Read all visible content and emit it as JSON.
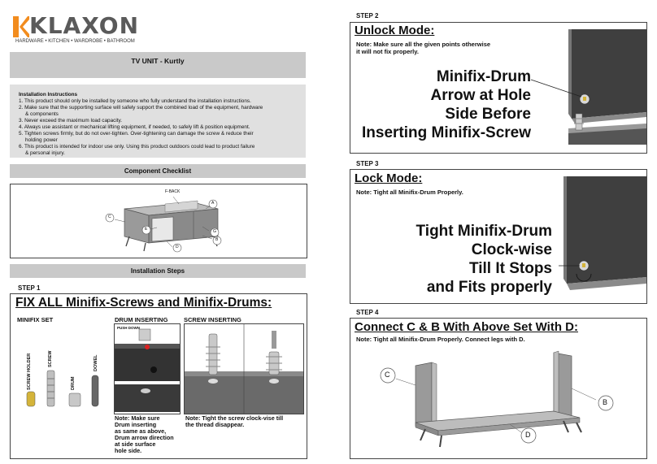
{
  "brand": {
    "name": "KLAXON",
    "tagline": "HARDWARE • KITCHEN • WARDROBE • BATHROOM",
    "accent": "#f28c1e"
  },
  "product_title": "TV UNIT - Kurtly",
  "instructions": {
    "heading": "Installation Instructions",
    "items": [
      "1. This product should only be installed by someone who fully understand the installation instructions.",
      "2. Make sure that the supporting surface will safely support the combined load of the equipment, hardware",
      "& components",
      "3. Never exceed the maximum load capacity.",
      "4. Always use assistant or mechanical lifting equipment, if needed, to safely lift & position equipment.",
      "5. Tighten screws firmly, but do not over-tighten. Over-tightening can damage the screw & reduce their",
      "holding power",
      "6. This product is intended for indoor use only. Using this product outdoors could lead to product failure",
      "& personal injury."
    ]
  },
  "component_checklist": {
    "title": "Component Checklist",
    "labels": {
      "fback": "F-BACK",
      "a": "A",
      "b": "B",
      "c": "C",
      "d": "D",
      "e": "E"
    }
  },
  "installation_steps_title": "Installation Steps",
  "step1": {
    "label": "STEP 1",
    "title": "FIX ALL Minifix-Screws and Minifix-Drums:",
    "minifix_set": "MINIFIX SET",
    "drum_inserting": "DRUM INSERTING",
    "screw_inserting": "SCREW INSERTING",
    "push_down": "PUSH DOWN",
    "parts": [
      "SCREW HOLDER",
      "SCREW",
      "DRUM",
      "DOWEL"
    ],
    "drum_note": [
      "Note: Make sure",
      "Drum inserting",
      "as same as above,",
      "Drum arrow direction",
      "at side surface",
      "hole side."
    ],
    "screw_note": [
      "Note: Tight the screw clock-vise till",
      "the thread disappear."
    ]
  },
  "step2": {
    "label": "STEP 2",
    "title": "Unlock Mode:",
    "note": [
      "Note: Make sure all the given points otherwise",
      "it will not fix properly."
    ],
    "big_text": [
      "Minifix-Drum",
      "Arrow at Hole",
      "Side Before",
      "Inserting Minifix-Screw"
    ]
  },
  "step3": {
    "label": "STEP 3",
    "title": "Lock Mode:",
    "note": "Note: Tight all Minifix-Drum Properly.",
    "big_text": [
      "Tight Minifix-Drum",
      "Clock-wise",
      "Till It Stops",
      "and Fits properly"
    ]
  },
  "step4": {
    "label": "STEP 4",
    "title": "Connect C & B With Above Set With D:",
    "note": "Note: Tight all Minifix-Drum Properly. Connect legs with D.",
    "labels": {
      "c": "C",
      "b": "B",
      "d": "D"
    }
  }
}
